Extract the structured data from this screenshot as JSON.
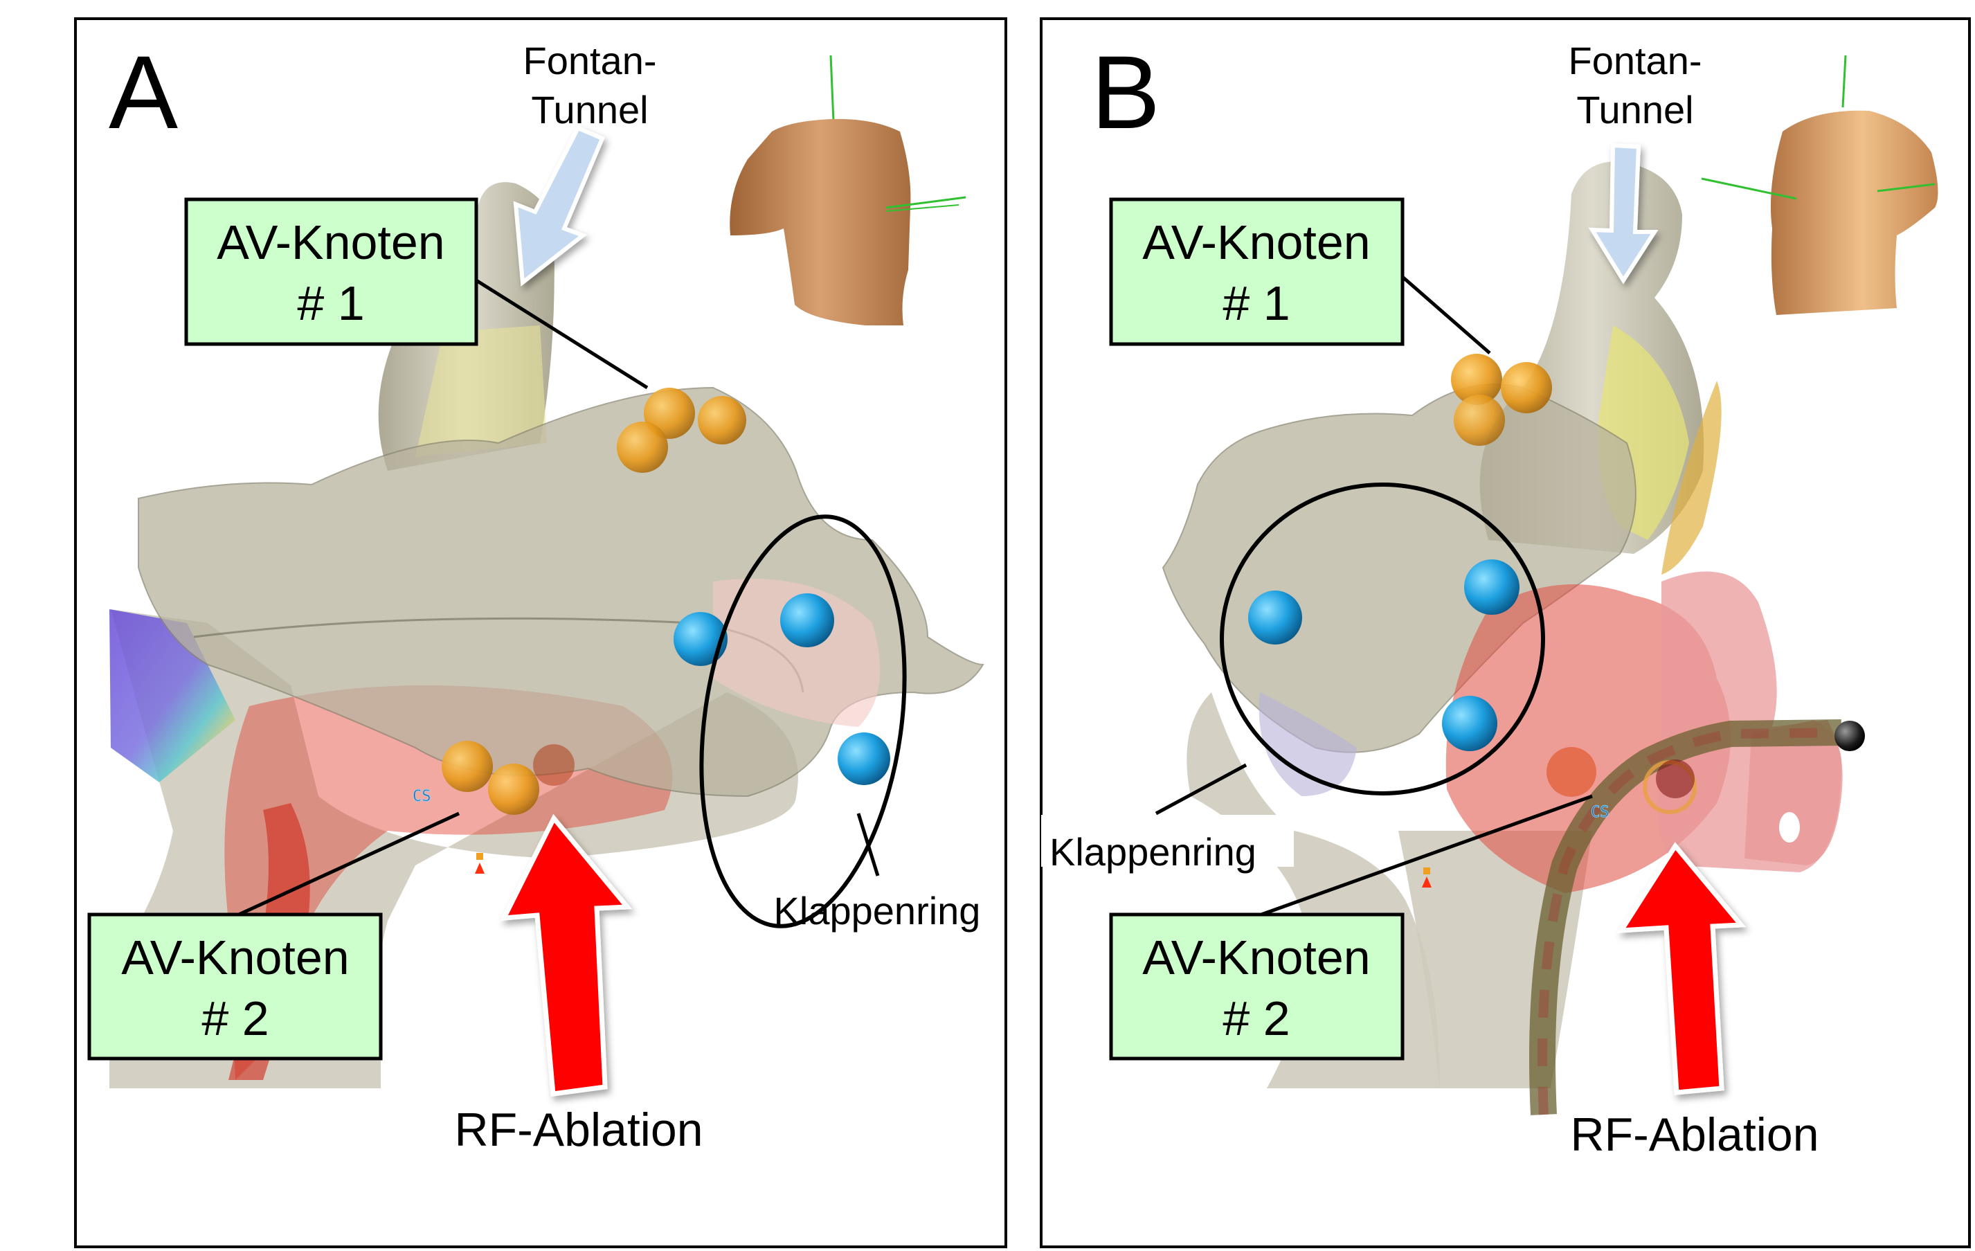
{
  "figure": {
    "panels": [
      {
        "id": "A",
        "letter": "A",
        "fontan_label_line1": "Fontan-",
        "fontan_label_line2": "Tunnel",
        "av_node_1": {
          "line1": "AV-Knoten",
          "line2": "# 1"
        },
        "av_node_2": {
          "line1": "AV-Knoten",
          "line2": "# 2"
        },
        "valve_ring_label": "Klappenring",
        "ablation_label": "RF-Ablation",
        "cs_marker": "CS"
      },
      {
        "id": "B",
        "letter": "B",
        "fontan_label_line1": "Fontan-",
        "fontan_label_line2": "Tunnel",
        "av_node_1": {
          "line1": "AV-Knoten",
          "line2": "# 1"
        },
        "av_node_2": {
          "line1": "AV-Knoten",
          "line2": "# 2"
        },
        "valve_ring_label": "Klappenring",
        "ablation_label": "RF-Ablation",
        "cs_marker": "CS"
      }
    ],
    "colors": {
      "label_box_fill": "#ccffcc",
      "ablation_arrow": "#ff0000",
      "fontan_arrow": "#c5d9f1",
      "av_node_sphere": "#f0a020",
      "valve_ring_sphere": "#1ea0e0",
      "anatomy_shell": "#c8c4b0",
      "torso": "#c98a5a"
    }
  }
}
